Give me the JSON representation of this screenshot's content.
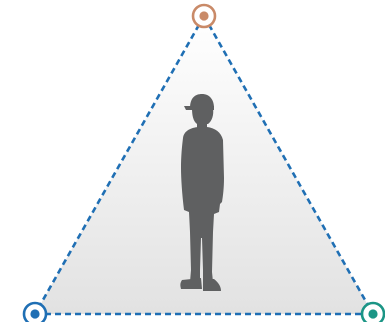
{
  "diagram": {
    "shape": "triangle",
    "edge_style": "dashed",
    "edge_color": "#1f6fb4",
    "fill_gradient": [
      "#ffffff",
      "#e2e2e2"
    ],
    "center_figure": "standing-person-silhouette",
    "figure_color": "#5f6061",
    "nodes": [
      {
        "id": "top-node",
        "color": "#c98a68"
      },
      {
        "id": "bottom-left-node",
        "color": "#1f6fb4"
      },
      {
        "id": "bottom-right-node",
        "color": "#1b9585"
      }
    ]
  }
}
